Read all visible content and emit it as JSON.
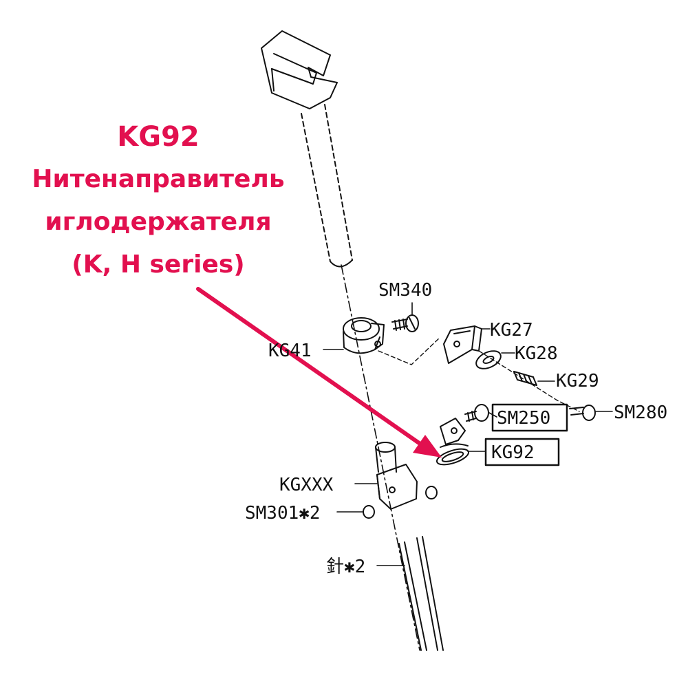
{
  "caption": {
    "title": "KG92",
    "line1": "Нитенаправитель",
    "line2": "иглодержателя",
    "line3": "(K, H series)"
  },
  "colors": {
    "accent": "#e2104f",
    "ink": "#111111"
  },
  "parts": {
    "sm340": "SM340",
    "kg41": "KG41",
    "kg27": "KG27",
    "kg28": "KG28",
    "kg29": "KG29",
    "sm250": "SM250",
    "sm280": "SM280",
    "kg92": "KG92",
    "kgxxx": "KGXXX",
    "sm301": "SM301✱2",
    "needle": "針✱2"
  }
}
